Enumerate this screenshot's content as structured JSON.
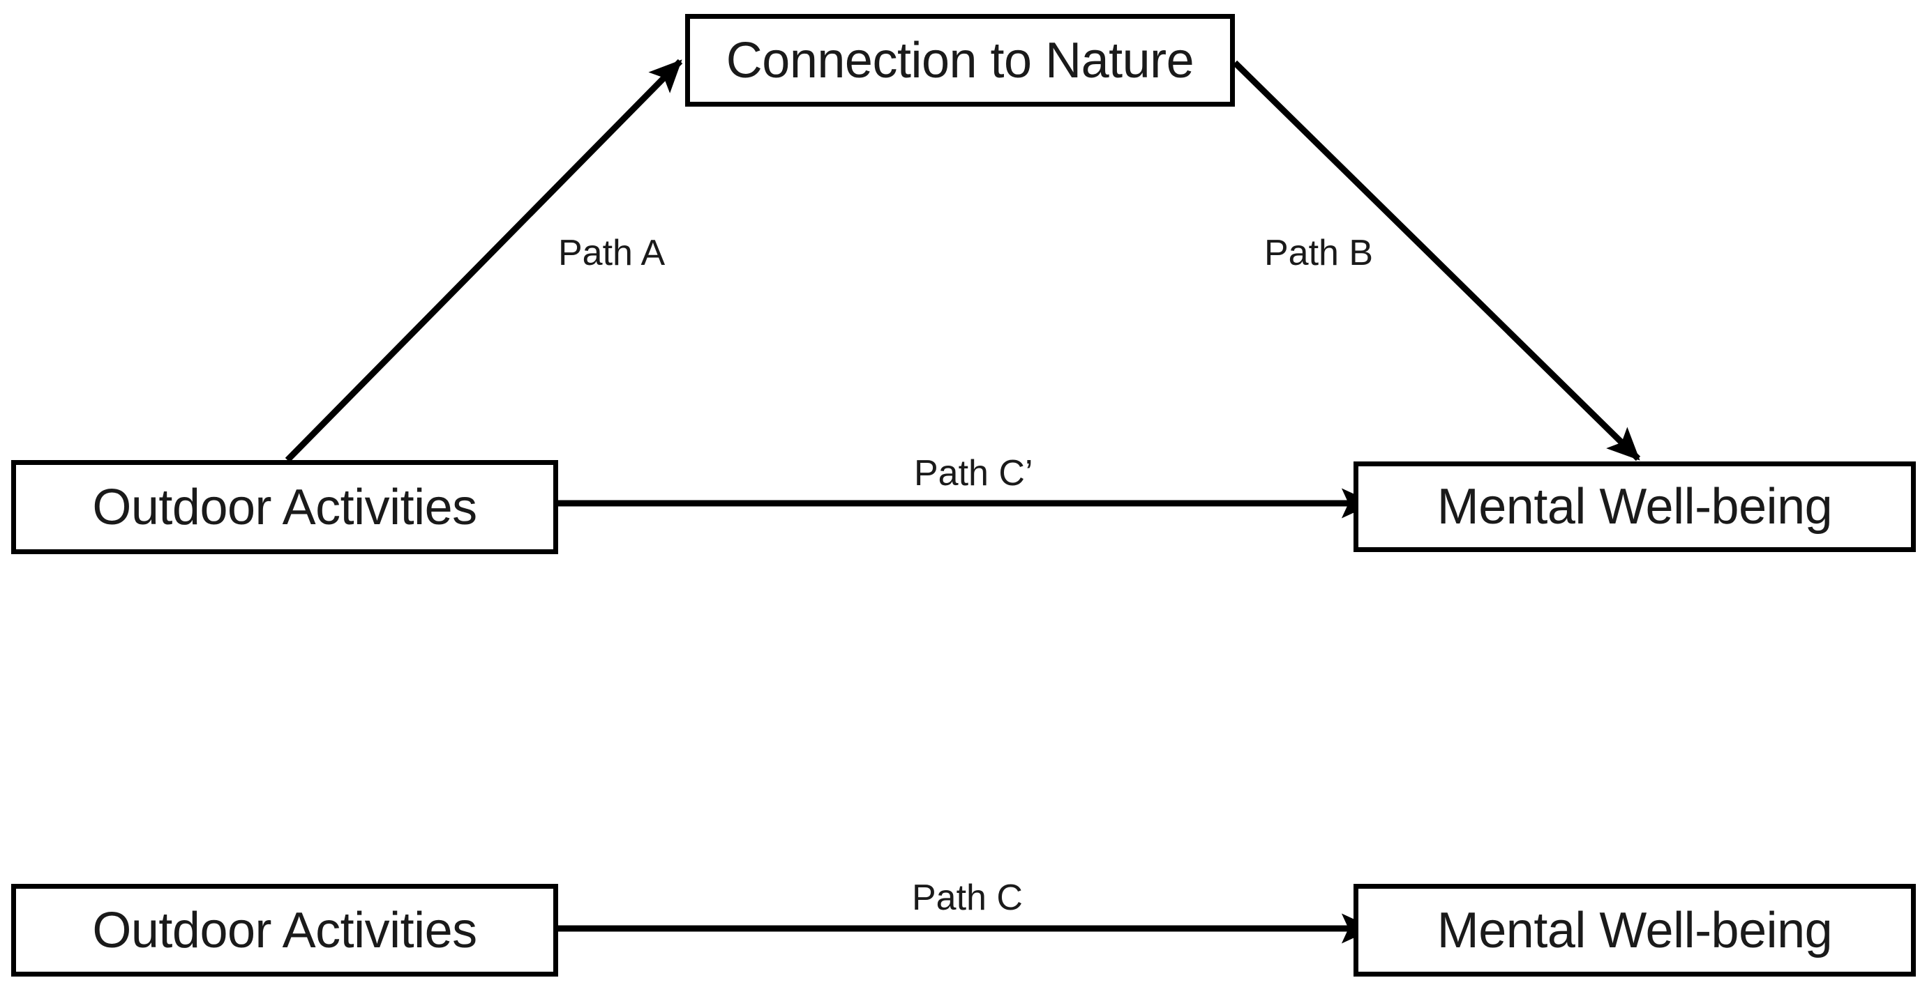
{
  "diagram": {
    "type": "mediation-model",
    "background_color": "#ffffff",
    "line_color": "#000000",
    "text_color": "#1a1a1a",
    "panels": [
      {
        "name": "indirect-and-direct-effect",
        "nodes": [
          {
            "id": "mediator",
            "label": "Connection to Nature"
          },
          {
            "id": "predictor",
            "label": "Outdoor Activities"
          },
          {
            "id": "outcome",
            "label": "Mental Well-being"
          }
        ],
        "edges": [
          {
            "id": "path-a",
            "label": "Path A",
            "from": "predictor",
            "to": "mediator",
            "arrow": "end"
          },
          {
            "id": "path-b",
            "label": "Path B",
            "from": "mediator",
            "to": "outcome",
            "arrow": "end"
          },
          {
            "id": "path-c-prime",
            "label": "Path C’",
            "from": "predictor",
            "to": "outcome",
            "arrow": "end"
          }
        ]
      },
      {
        "name": "total-effect",
        "nodes": [
          {
            "id": "predictor-bottom",
            "label": "Outdoor Activities"
          },
          {
            "id": "outcome-bottom",
            "label": "Mental Well-being"
          }
        ],
        "edges": [
          {
            "id": "path-c",
            "label": "Path C",
            "from": "predictor-bottom",
            "to": "outcome-bottom",
            "arrow": "end"
          }
        ]
      }
    ]
  },
  "nodes": {
    "mediator": {
      "label": "Connection to Nature"
    },
    "predictor_top": {
      "label": "Outdoor Activities"
    },
    "outcome_top": {
      "label": "Mental Well-being"
    },
    "predictor_bottom": {
      "label": "Outdoor Activities"
    },
    "outcome_bottom": {
      "label": "Mental Well-being"
    }
  },
  "edge_labels": {
    "path_a": "Path A",
    "path_b": "Path B",
    "path_c_prime": "Path C’",
    "path_c": "Path C"
  }
}
